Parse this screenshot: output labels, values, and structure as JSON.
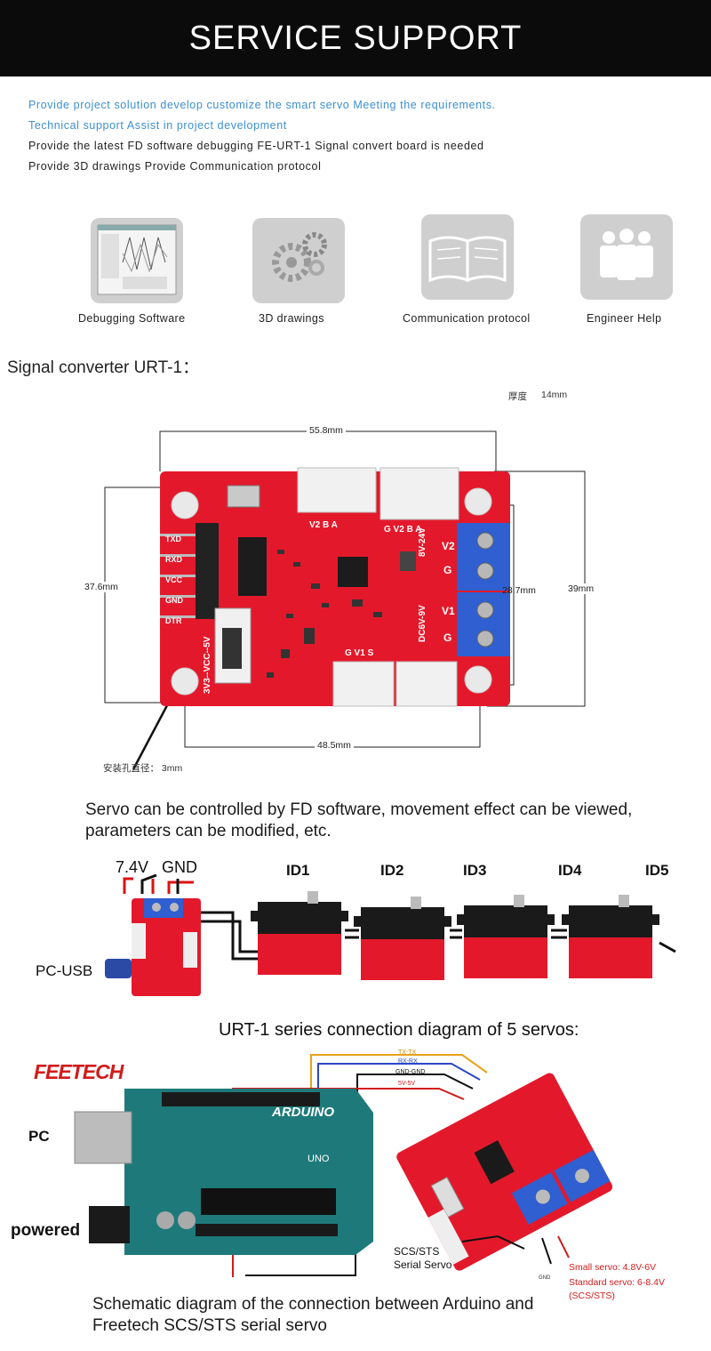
{
  "banner": {
    "title": "SERVICE SUPPORT"
  },
  "service_lines": [
    "Provide project solution develop customize the smart servo Meeting the requirements.",
    "Technical support Assist in project development",
    "Provide the latest FD software debugging FE-URT-1 Signal convert board is needed",
    "Provide 3D drawings Provide Communication protocol"
  ],
  "tiles": [
    {
      "label": "Debugging Software",
      "icon": "software-screenshot-icon"
    },
    {
      "label": "3D drawings",
      "icon": "gears-icon"
    },
    {
      "label": "Communication protocol",
      "icon": "open-book-icon"
    },
    {
      "label": "Engineer Help",
      "icon": "engineers-icon"
    }
  ],
  "converter": {
    "heading": "Signal converter URT-1：",
    "thickness_label": "厚度",
    "thickness_value": "14mm",
    "dim_width": "55.8mm",
    "dim_height_left": "37.6mm",
    "dim_height_terminal": "28.7mm",
    "dim_height_right": "39mm",
    "dim_hole_spacing": "48.5mm",
    "hole_label": "安装孔直径： 3mm",
    "board_labels": {
      "pins": [
        "TXD",
        "RXD",
        "VCC",
        "GND",
        "DTR"
      ],
      "top_header": "V2 B A",
      "top_header2": "G V2 B A",
      "v_label_top": "8V-24V",
      "v_label_bot": "DC6V-9V",
      "switch": "3V3--VCC--5V",
      "terminal": [
        "V2",
        "G",
        "V1",
        "G"
      ],
      "bottom_header": "G V1 S"
    }
  },
  "fd_text": "Servo can be controlled by FD software, movement effect can be viewed, parameters can be modified, etc.",
  "series": {
    "power_v": "7.4V",
    "power_gnd": "GND",
    "pc_usb": "PC-USB",
    "ids": [
      "ID1",
      "ID2",
      "ID3",
      "ID4",
      "ID5"
    ],
    "caption": "URT-1 series connection diagram of 5 servos:"
  },
  "arduino": {
    "logo": "FEETECH",
    "pc": "PC",
    "powered": "powered",
    "board_text": "ARDUINO",
    "uno": "UNO",
    "wires": [
      "TX-TX",
      "RX-RX",
      "GND-GND",
      "5V-5V"
    ],
    "servo_label": "SCS/STS\nSerial Servo",
    "servo_label_1": "SCS/STS",
    "servo_label_2": "Serial Servo",
    "gnd": "GND",
    "small_servo": "Small servo: 4.8V-6V",
    "standard_servo": "Standard servo: 6-8.4V",
    "scs_sts": "(SCS/STS)",
    "caption_1": "Schematic diagram of the connection between Arduino and",
    "caption_2": "Freetech SCS/STS serial servo"
  },
  "colors": {
    "banner_bg": "#0b0b0b",
    "accent_blue": "#3d8fd1",
    "board_red": "#e3192b",
    "terminal_blue": "#2f5fd0"
  }
}
